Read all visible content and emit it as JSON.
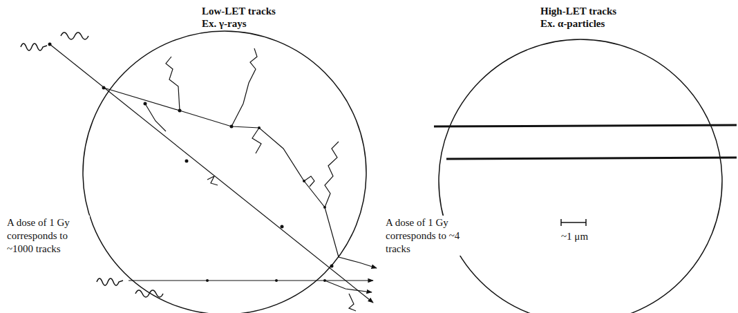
{
  "diagram": {
    "labels": [
      "Low-LET tracks",
      "Ex. γ-rays",
      "A dose of 1 Gy corresponds to ~1000 tracks",
      "High-LET tracks",
      "Ex. α-particles",
      "A dose of 1 Gy corresponds to ~4 tracks",
      "~1 μm"
    ]
  }
}
